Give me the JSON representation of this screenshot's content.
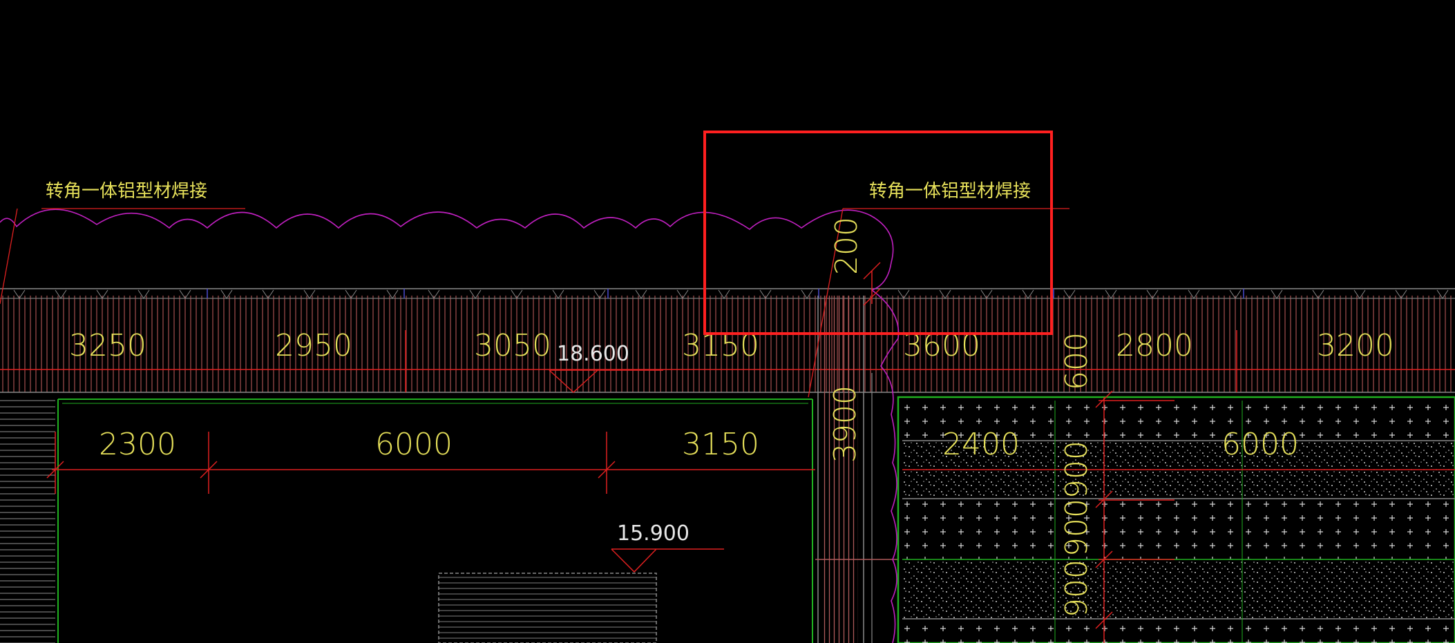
{
  "annotations": {
    "note_left": "转角一体铝型材焊接",
    "note_right": "转角一体铝型材焊接",
    "dim_vertical_top": "200",
    "elevation_upper": "18.600",
    "elevation_lower": "15.900",
    "dim_vertical_mid": "3900"
  },
  "dims_top_row": [
    "3250",
    "2950",
    "3050",
    "3150",
    "3600",
    "2800",
    "3200"
  ],
  "dims_middle_row": [
    "2300",
    "6000",
    "3150"
  ],
  "dims_right_row": [
    "2400",
    "6000"
  ],
  "dims_right_vertical": [
    "600",
    "900",
    "900",
    "900"
  ],
  "colors": {
    "background": "#000000",
    "text": "#e6e05a",
    "dimension_line": "#e02020",
    "cloud": "#c020c0",
    "highlight_box": "#ff2020",
    "boundary": "#20b020"
  }
}
